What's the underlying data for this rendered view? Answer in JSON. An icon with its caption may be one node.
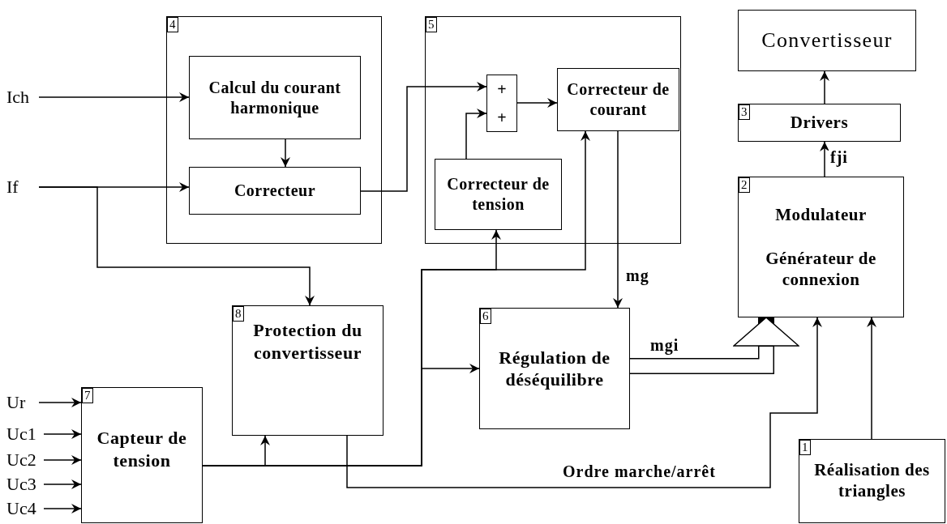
{
  "diagram": {
    "nodes": [
      {
        "text": [
          "Ich"
        ]
      },
      {
        "text": [
          "If"
        ]
      },
      {
        "text": [
          "4"
        ]
      },
      {
        "text": [
          "Calcul du courant harmonique"
        ],
        "in": 2
      },
      {
        "text": [
          "Correcteur"
        ],
        "in": 2
      },
      {
        "text": [
          "5"
        ]
      },
      {
        "text": [
          "+",
          "+"
        ],
        "in": 5
      },
      {
        "text": [
          "Correcteur de courant"
        ],
        "in": 5
      },
      {
        "text": [
          "Correcteur de tension"
        ],
        "in": 5
      },
      {
        "text": [
          "Convertisseur"
        ]
      },
      {
        "text": [
          "3",
          "Drivers"
        ]
      },
      {
        "text": [
          "2",
          "Modulateur",
          "Générateur de connexion"
        ]
      },
      {
        "text": [
          "8",
          "Protection du convertisseur"
        ]
      },
      {
        "text": [
          "6",
          "Régulation de déséquilibre"
        ]
      },
      {
        "text": [
          "Ur"
        ]
      },
      {
        "text": [
          "Uc1"
        ]
      },
      {
        "text": [
          "Uc2"
        ]
      },
      {
        "text": [
          "Uc3"
        ]
      },
      {
        "text": [
          "Uc4"
        ]
      },
      {
        "text": [
          "7",
          "Capteur de tension"
        ]
      },
      {
        "text": [
          "1",
          "Réalisation des triangles"
        ]
      }
    ],
    "edges": [
      {
        "from": 0,
        "to": 3,
        "arrow": "to"
      },
      {
        "from": 1,
        "to": 4,
        "arrow": "to"
      },
      {
        "from": 1,
        "to": 12,
        "arrow": "to"
      },
      {
        "from": 3,
        "to": 4,
        "arrow": "to"
      },
      {
        "from": 4,
        "to": 6,
        "arrow": "to"
      },
      {
        "from": 8,
        "to": 6,
        "arrow": "to"
      },
      {
        "from": 6,
        "to": 7,
        "arrow": "to"
      },
      {
        "from": 7,
        "to": 13,
        "arrow": "to",
        "label": "mg"
      },
      {
        "from": 19,
        "to": 12,
        "arrow": "to"
      },
      {
        "from": 19,
        "to": 13,
        "arrow": "to"
      },
      {
        "from": 19,
        "to": 8,
        "arrow": "to"
      },
      {
        "from": 19,
        "to": 7,
        "arrow": "to"
      },
      {
        "from": 13,
        "to": 11,
        "arrow": "to",
        "label": "mgi",
        "style": "thick"
      },
      {
        "from": 12,
        "to": 11,
        "arrow": "to",
        "label": "Ordre marche/arrêt"
      },
      {
        "from": 20,
        "to": 11,
        "arrow": "to"
      },
      {
        "from": 11,
        "to": 10,
        "arrow": "to",
        "label": "fji"
      },
      {
        "from": 10,
        "to": 9,
        "arrow": "to"
      },
      {
        "from": 14,
        "to": 19,
        "arrow": "to"
      },
      {
        "from": 15,
        "to": 19,
        "arrow": "to"
      },
      {
        "from": 16,
        "to": 19,
        "arrow": "to"
      },
      {
        "from": 17,
        "to": 19,
        "arrow": "to"
      },
      {
        "from": 18,
        "to": 19,
        "arrow": "to"
      }
    ]
  }
}
